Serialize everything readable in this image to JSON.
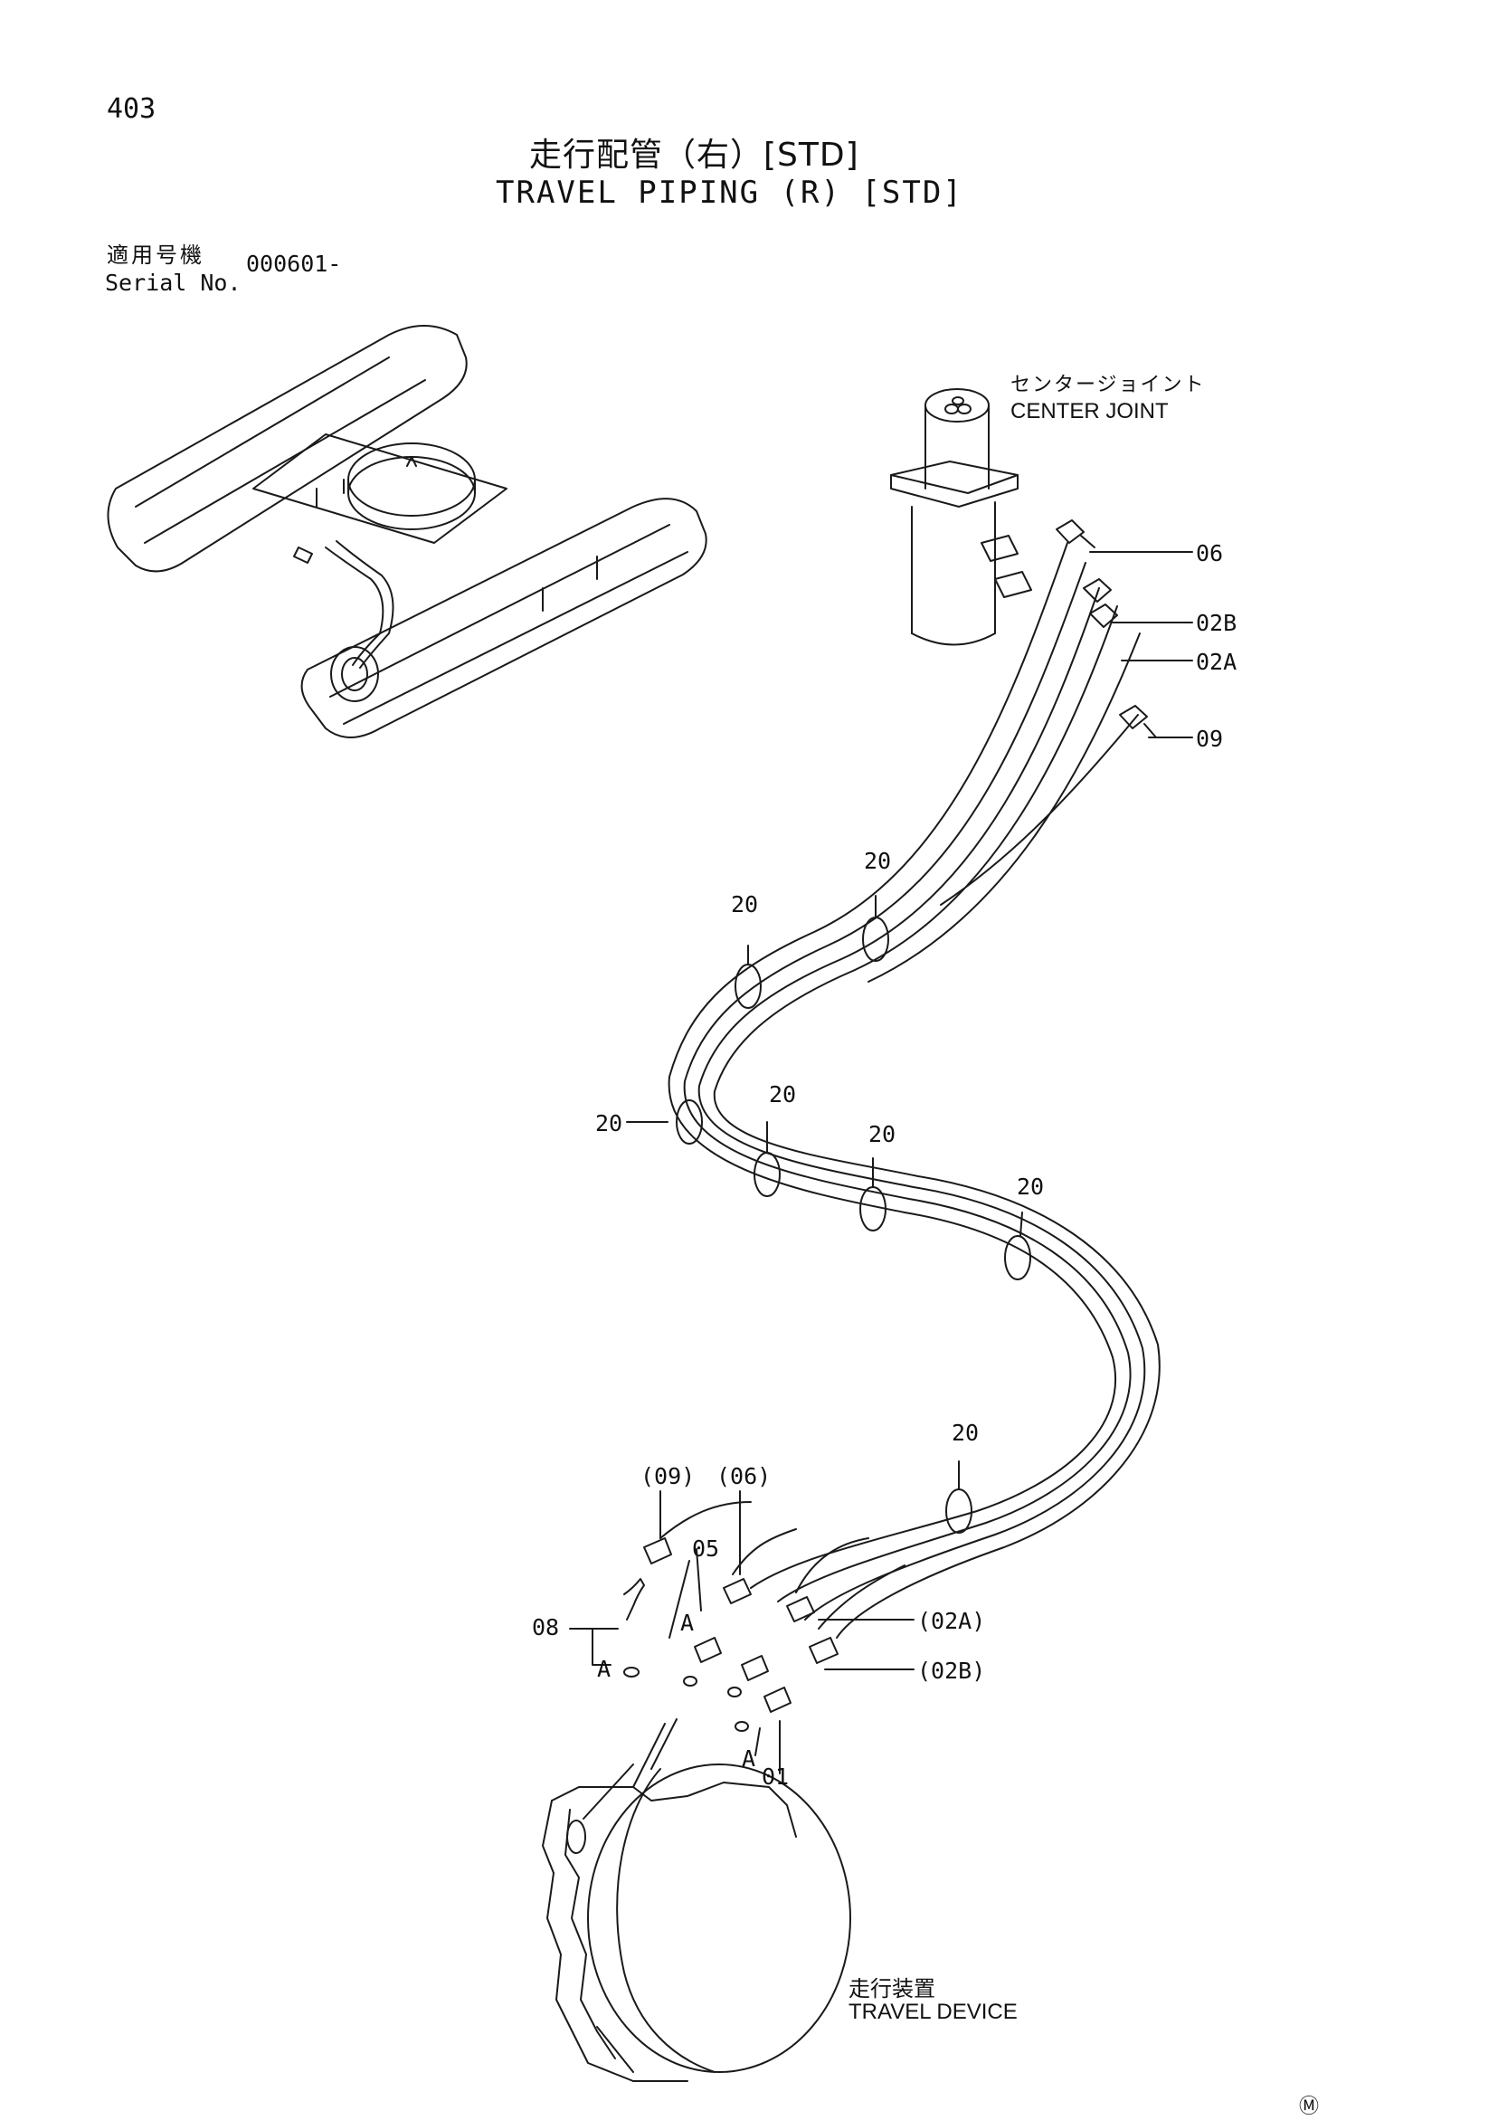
{
  "page_number": "403",
  "title_jp": "走行配管（右）[STD]",
  "title_en": "TRAVEL PIPING (R) [STD]",
  "serial": {
    "label_jp": "適用号機",
    "label_en": "Serial No.",
    "value": "000601-"
  },
  "labels": {
    "center_joint_jp": "センタージョイント",
    "center_joint_en": "CENTER JOINT",
    "travel_device_jp": "走行装置",
    "travel_device_en": "TRAVEL DEVICE",
    "maker_mark": "Ⓜ"
  },
  "callouts": {
    "p06": "06",
    "p02b": "02B",
    "p02a": "02A",
    "p09": "09",
    "clamp": "20",
    "ref09": "(09)",
    "ref06": "(06)",
    "p05": "05",
    "p08": "08",
    "view_a": "A",
    "ref02a": "(02A)",
    "ref02b": "(02B)",
    "p01": "01"
  }
}
